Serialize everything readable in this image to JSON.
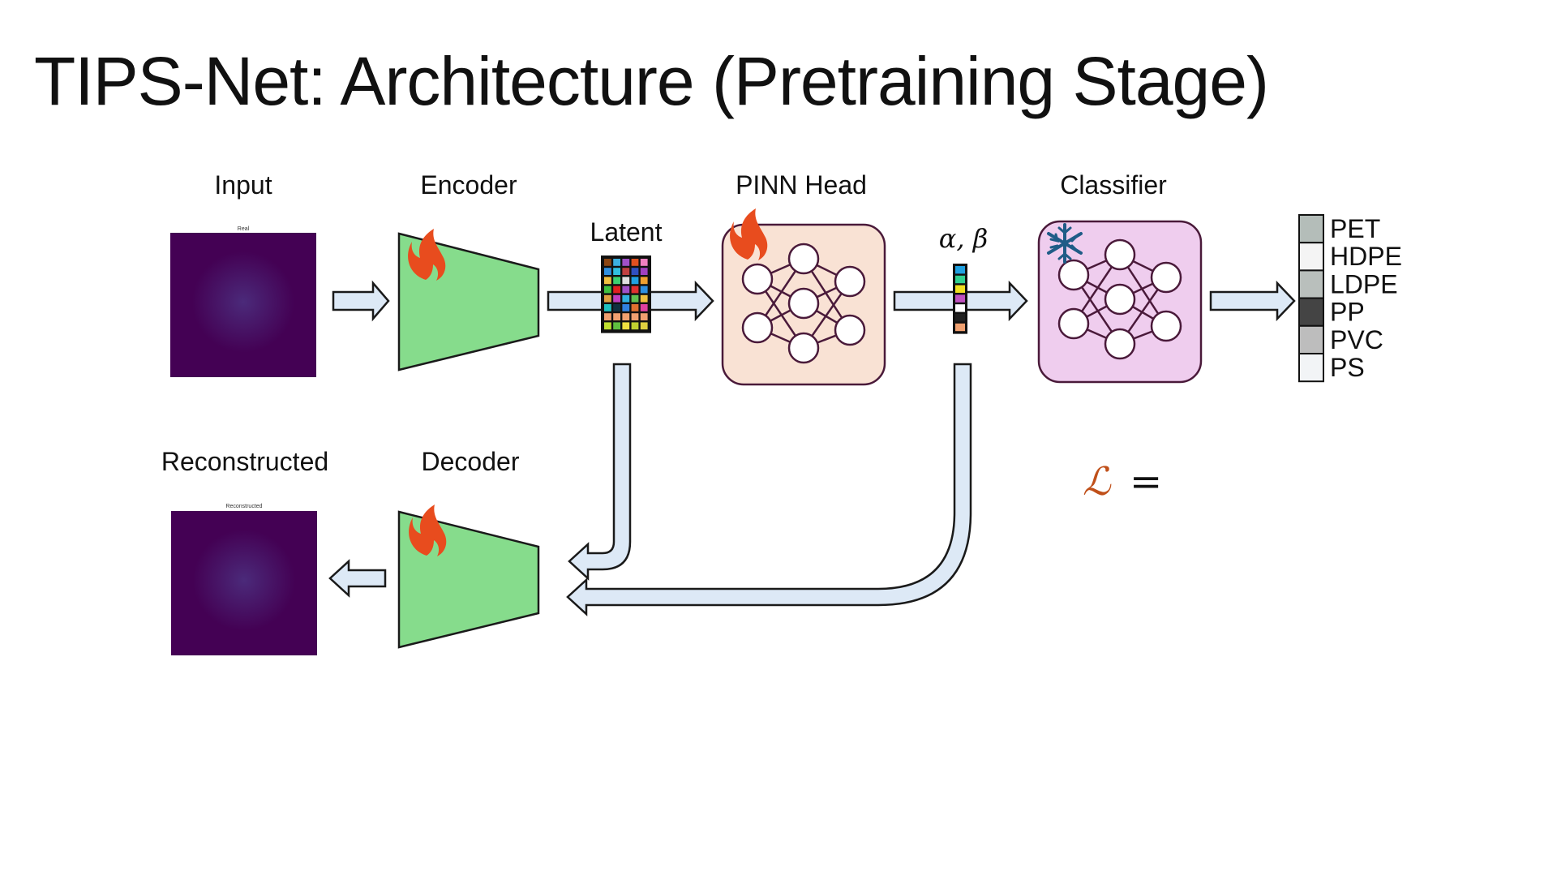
{
  "title": "TIPS-Net: Architecture (Pretraining Stage)",
  "labels": {
    "input": "Input",
    "encoder": "Encoder",
    "latent": "Latent",
    "pinn_head": "PINN Head",
    "alpha_beta": "α, β",
    "classifier": "Classifier",
    "reconstructed": "Reconstructed",
    "decoder": "Decoder"
  },
  "image_captions": {
    "input": "Real",
    "reconstructed": "Reconstructed"
  },
  "classes": [
    "PET",
    "HDPE",
    "LDPE",
    "PP",
    "PVC",
    "PS"
  ],
  "class_cell_colors": [
    "#b4bdb9",
    "#f4f4f4",
    "#b9bfbc",
    "#444444",
    "#bdbdbd",
    "#f2f4f6"
  ],
  "loss": {
    "symbol": "ℒ",
    "equals": "="
  },
  "icons": {
    "trainable": "fire-icon",
    "frozen": "snowflake-icon"
  },
  "colors": {
    "image_bg": "#440154",
    "encoder_fill": "#86dc8c",
    "pinn_fill": "#f9e2d4",
    "classifier_fill": "#efcdee",
    "arrow_fill": "#dde9f6",
    "fire": "#e84c1e",
    "snowflake": "#1f5c87",
    "loss_color": "#c0501a"
  },
  "latent_grid_colors": [
    [
      "#8b4513",
      "#3cb0e0",
      "#a050c8",
      "#e05020",
      "#f080c0"
    ],
    [
      "#3090e0",
      "#30c0e0",
      "#c04040",
      "#3050c0",
      "#a040c0"
    ],
    [
      "#f0c040",
      "#3cd070",
      "#e0e0e0",
      "#20a0e0",
      "#f0a030"
    ],
    [
      "#40c040",
      "#e02020",
      "#a050c8",
      "#e03030",
      "#3090e0"
    ],
    [
      "#e0a040",
      "#c040c0",
      "#30b0e0",
      "#60c050",
      "#f0c040"
    ],
    [
      "#20c0c0",
      "#103040",
      "#3080e0",
      "#e07030",
      "#e040a0"
    ],
    [
      "#f0a070",
      "#f0a070",
      "#f0a070",
      "#f0a070",
      "#f0a070"
    ],
    [
      "#c0e030",
      "#60c040",
      "#f0e040",
      "#c0d030",
      "#e0d040"
    ]
  ],
  "vector_colors": [
    "#20a0e0",
    "#30d090",
    "#f0e020",
    "#c050c0",
    "#ffffff",
    "#202020",
    "#f0a070"
  ]
}
